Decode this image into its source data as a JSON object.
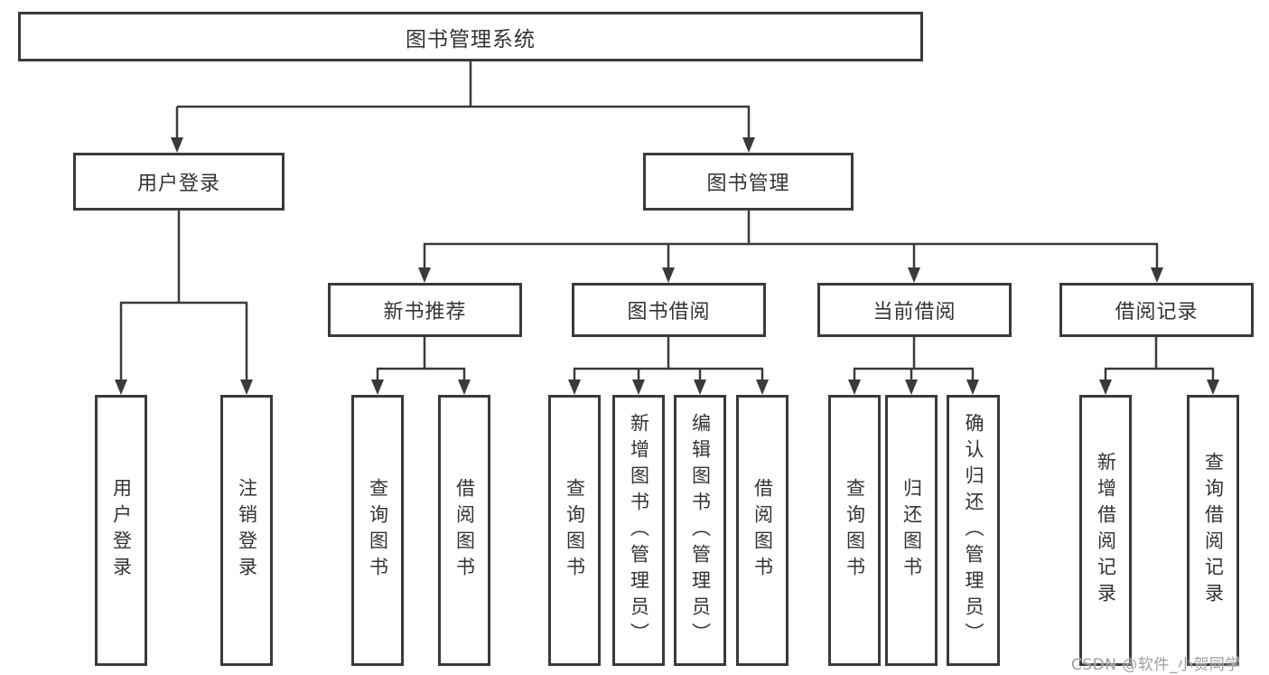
{
  "tree": {
    "label": "图书管理系统",
    "children": [
      {
        "label": "用户登录",
        "children": [
          {
            "label": "用户登录"
          },
          {
            "label": "注销登录"
          }
        ]
      },
      {
        "label": "图书管理",
        "children": [
          {
            "label": "新书推荐",
            "children": [
              {
                "label": "查询图书"
              },
              {
                "label": "借阅图书"
              }
            ]
          },
          {
            "label": "图书借阅",
            "children": [
              {
                "label": "查询图书"
              },
              {
                "label": "新增图书（管理员）"
              },
              {
                "label": "编辑图书（管理员）"
              },
              {
                "label": "借阅图书"
              }
            ]
          },
          {
            "label": "当前借阅",
            "children": [
              {
                "label": "查询图书"
              },
              {
                "label": "归还图书"
              },
              {
                "label": "确认归还（管理员）"
              }
            ]
          },
          {
            "label": "借阅记录",
            "children": [
              {
                "label": "新增借阅记录"
              },
              {
                "label": "查询借阅记录"
              }
            ]
          }
        ]
      }
    ]
  },
  "watermark": {
    "text": "CSDN @软件_小贺同学"
  },
  "colors": {
    "line": "#3a3a3a",
    "text": "#333333",
    "box_background": "#ffffff",
    "background": "#ffffff",
    "watermark": "#9e9e9e"
  }
}
